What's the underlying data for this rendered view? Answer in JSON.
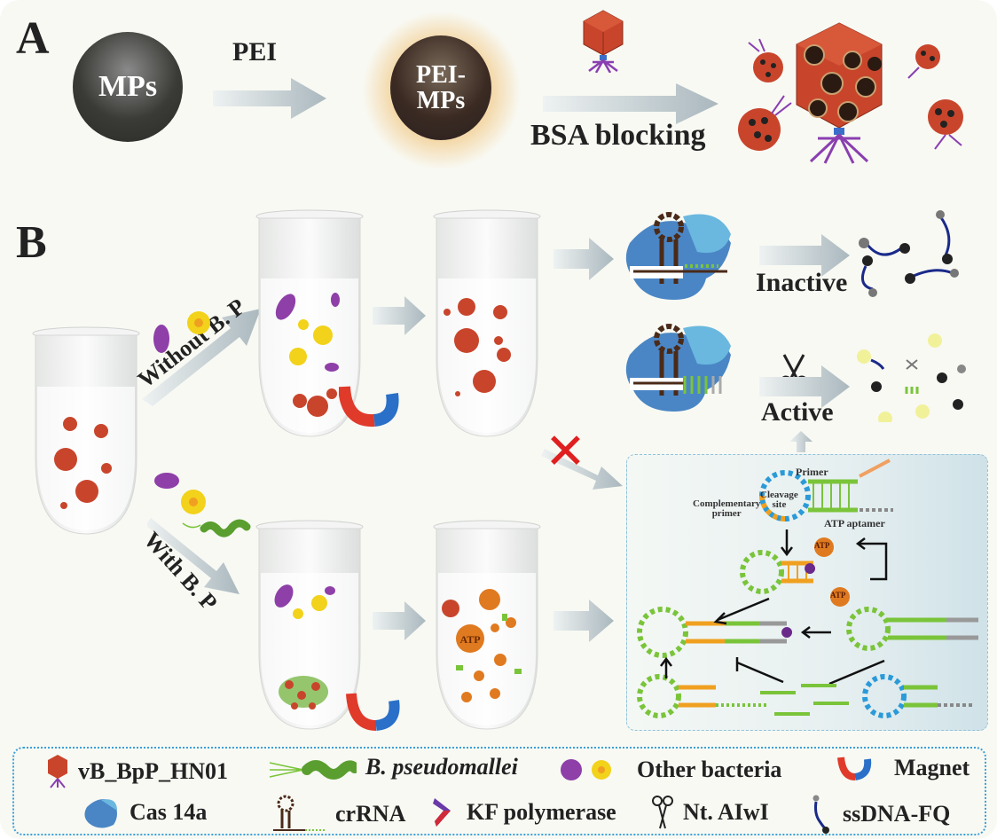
{
  "panel_a": {
    "label": "A",
    "mp_sphere": "MPs",
    "step1_reagent": "PEI",
    "pei_mp_sphere_line1": "PEI-",
    "pei_mp_sphere_line2": "MPs",
    "step2_reagent": "BSA blocking",
    "phage_icon": "phage-icon",
    "result_icon": "phage-mp-complex-icon"
  },
  "panel_b": {
    "label": "B",
    "branch_without": "Without B. P",
    "branch_with": "With B. P",
    "state_inactive": "Inactive",
    "state_active": "Active",
    "blocked_marker": "✕",
    "atp_label": "ATP",
    "amplification": {
      "primer": "Primer",
      "cleavage_site_line1": "Cleavage",
      "cleavage_site_line2": "site",
      "complementary_primer_line1": "Complementary",
      "complementary_primer_line2": "primer",
      "atp_aptamer": "ATP aptamer",
      "atp": "ATP"
    },
    "colors": {
      "phage_red": "#c0392b",
      "bacteria_purple": "#8e3fa8",
      "bacteria_yellow": "#f2d21a",
      "bp_green": "#5a9e2f",
      "cas_blue": "#4a86c5",
      "crrna_brown": "#4a2a18",
      "arrow_gray": "#b8c6cc",
      "cross_red": "#e02020",
      "legend_border": "#3aa0d8"
    }
  },
  "legend": {
    "items": [
      {
        "icon": "phage-icon",
        "label": "vB_BpP_HN01"
      },
      {
        "icon": "b-pseudomallei-icon",
        "label": "B. pseudomallei"
      },
      {
        "icon": "other-bacteria-icon",
        "label": "Other bacteria"
      },
      {
        "icon": "magnet-icon",
        "label": "Magnet"
      },
      {
        "icon": "cas14a-icon",
        "label": "Cas 14a"
      },
      {
        "icon": "crrna-icon",
        "label": "crRNA"
      },
      {
        "icon": "kf-polymerase-icon",
        "label": "KF polymerase"
      },
      {
        "icon": "scissors-icon",
        "label": "Nt. AIwI"
      },
      {
        "icon": "ssdna-fq-icon",
        "label": "ssDNA-FQ"
      }
    ]
  }
}
